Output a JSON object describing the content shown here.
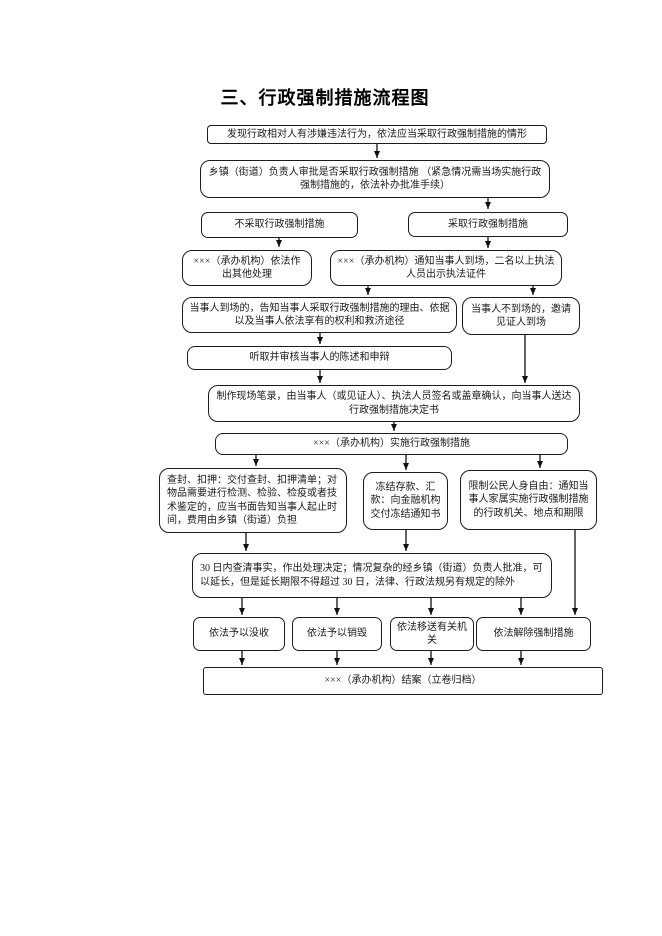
{
  "page": {
    "title": "三、行政强制措施流程图",
    "colors": {
      "ink": "#1a1a1a",
      "background": "#ffffff",
      "box_border": "#1c1c1c"
    }
  },
  "flowchart": {
    "nodes": [
      {
        "id": "start-condition",
        "text": "发现行政相对人有涉嫌违法行为，依法应当采取行政强制措施的情形"
      },
      {
        "id": "approval-decision",
        "text": "乡镇（街道）负责人审批是否采取行政强制措施 （紧急情况需当场实施行政强制措施的，依法补办批准手续）"
      },
      {
        "id": "no-measures",
        "text": "不采取行政强制措施"
      },
      {
        "id": "take-measures",
        "text": "采取行政强制措施"
      },
      {
        "id": "other-handling",
        "text": "×××（承办机构）依法作出其他处理"
      },
      {
        "id": "notify-party",
        "text": "×××（承办机构）通知当事人到场，二名以上执法人员出示执法证件"
      },
      {
        "id": "party-present-inform",
        "text": "当事人到场的，告知当事人采取行政强制措施的理由、依据以及当事人依法享有的权利和救济途径"
      },
      {
        "id": "party-absent-witness",
        "text": "当事人不到场的，邀请见证人到场"
      },
      {
        "id": "hear-statement",
        "text": "听取并审核当事人的陈述和申辩"
      },
      {
        "id": "site-record",
        "text": "制作现场笔录，由当事人（或见证人）、执法人员签名或盖章确认，向当事人送达行政强制措施决定书"
      },
      {
        "id": "implement-measures",
        "text": "×××（承办机构）实施行政强制措施"
      },
      {
        "id": "seal-seize",
        "text": "查封、扣押：交付查封、扣押清单；对物品需要进行检测、检验、检疫或者技术鉴定的，应当书面告知当事人起止时间，费用由乡镇（街道）负担"
      },
      {
        "id": "freeze-deposits",
        "text": "冻结存款、汇款：向金融机构交付冻结通知书"
      },
      {
        "id": "restrict-freedom",
        "text": "限制公民人身自由：通知当事人家属实施行政强制措施的行政机关、地点和期限"
      },
      {
        "id": "thirty-day-decision",
        "text": "30 日内查清事实，作出处理决定；情况复杂的经乡镇（街道）负责人批准，可以延长，但是延长期限不得超过 30 日，法律、行政法规另有规定的除外"
      },
      {
        "id": "confiscate",
        "text": "依法予以没收"
      },
      {
        "id": "destroy",
        "text": "依法予以销毁"
      },
      {
        "id": "transfer-organ",
        "text": "依法移送有关机关"
      },
      {
        "id": "lift-measures",
        "text": "依法解除强制措施"
      },
      {
        "id": "close-case",
        "text": "×××（承办机构）结案（立卷归档）"
      }
    ],
    "edges": [
      {
        "from": "start-condition",
        "to": "approval-decision"
      },
      {
        "from": "approval-decision",
        "to": "take-measures"
      },
      {
        "from": "no-measures",
        "to": "other-handling"
      },
      {
        "from": "take-measures",
        "to": "notify-party"
      },
      {
        "from": "notify-party",
        "to": "party-present-inform"
      },
      {
        "from": "notify-party",
        "to": "party-absent-witness"
      },
      {
        "from": "party-present-inform",
        "to": "hear-statement"
      },
      {
        "from": "hear-statement",
        "to": "site-record"
      },
      {
        "from": "party-absent-witness",
        "to": "site-record"
      },
      {
        "from": "site-record",
        "to": "implement-measures"
      },
      {
        "from": "implement-measures",
        "to": "seal-seize"
      },
      {
        "from": "implement-measures",
        "to": "freeze-deposits"
      },
      {
        "from": "implement-measures",
        "to": "restrict-freedom"
      },
      {
        "from": "seal-seize",
        "to": "thirty-day-decision"
      },
      {
        "from": "freeze-deposits",
        "to": "thirty-day-decision"
      },
      {
        "from": "restrict-freedom",
        "to": "lift-measures"
      },
      {
        "from": "thirty-day-decision",
        "to": "confiscate"
      },
      {
        "from": "thirty-day-decision",
        "to": "destroy"
      },
      {
        "from": "thirty-day-decision",
        "to": "transfer-organ"
      },
      {
        "from": "thirty-day-decision",
        "to": "lift-measures"
      },
      {
        "from": "confiscate",
        "to": "close-case"
      },
      {
        "from": "destroy",
        "to": "close-case"
      },
      {
        "from": "transfer-organ",
        "to": "close-case"
      },
      {
        "from": "lift-measures",
        "to": "close-case"
      }
    ]
  }
}
